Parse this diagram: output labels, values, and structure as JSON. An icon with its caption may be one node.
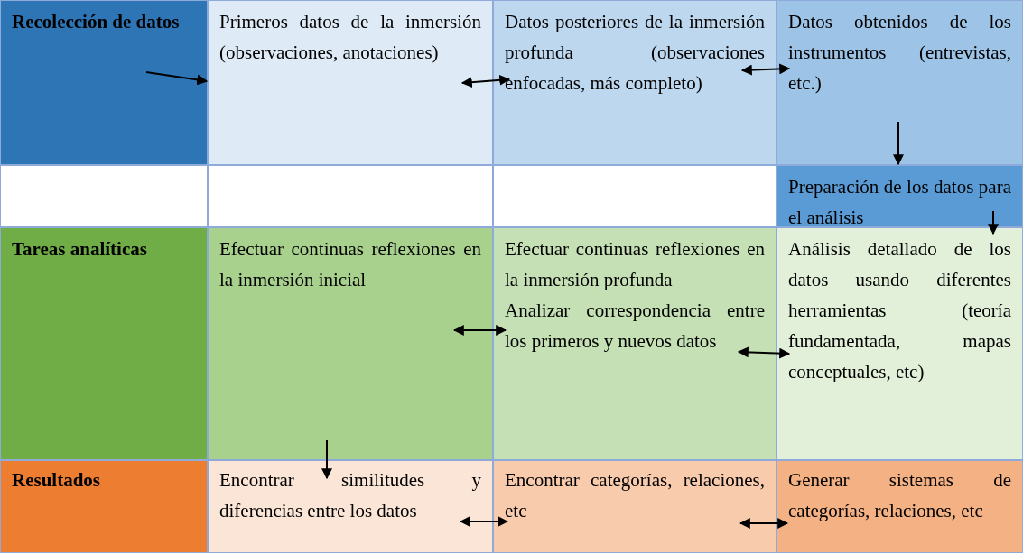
{
  "diagram": {
    "nodes": [
      {
        "text": [
          "Recolección de datos"
        ]
      },
      {
        "text": [
          "Primeros datos de la inmersión (observaciones, anotaciones)"
        ]
      },
      {
        "text": [
          "Datos posteriores de la inmersión profunda (observaciones enfocadas, más completo)"
        ]
      },
      {
        "text": [
          "Datos obtenidos de los instrumentos (entrevistas, etc.)"
        ]
      },
      {
        "text": [
          "Preparación de los datos para el análisis"
        ]
      },
      {
        "text": [
          "Tareas analíticas"
        ]
      },
      {
        "text": [
          "Efectuar continuas reflexiones en la inmersión inicial"
        ]
      },
      {
        "text": [
          "Efectuar continuas reflexiones en la inmersión profunda",
          "Analizar correspondencia entre los primeros y nuevos datos"
        ]
      },
      {
        "text": [
          "Análisis detallado de los datos usando diferentes herramientas (teoría fundamentada, mapas conceptuales, etc)"
        ]
      },
      {
        "text": [
          "Resultados"
        ]
      },
      {
        "text": [
          "Encontrar similitudes y diferencias entre los datos"
        ]
      },
      {
        "text": [
          "Encontrar categorías, relaciones, etc"
        ]
      },
      {
        "text": [
          "Generar sistemas de categorías, relaciones, etc"
        ]
      }
    ],
    "edges": [
      {
        "from": 0,
        "to": 1,
        "arrow": "to"
      },
      {
        "from": 1,
        "to": 2,
        "arrow": "both"
      },
      {
        "from": 2,
        "to": 3,
        "arrow": "both"
      },
      {
        "from": 3,
        "to": 4,
        "arrow": "to"
      },
      {
        "from": 4,
        "to": 8,
        "arrow": "to"
      },
      {
        "from": 6,
        "to": 7,
        "arrow": "both"
      },
      {
        "from": 7,
        "to": 8,
        "arrow": "both"
      },
      {
        "from": 6,
        "to": 10,
        "arrow": "to"
      },
      {
        "from": 10,
        "to": 11,
        "arrow": "both"
      },
      {
        "from": 11,
        "to": 12,
        "arrow": "both"
      }
    ]
  }
}
